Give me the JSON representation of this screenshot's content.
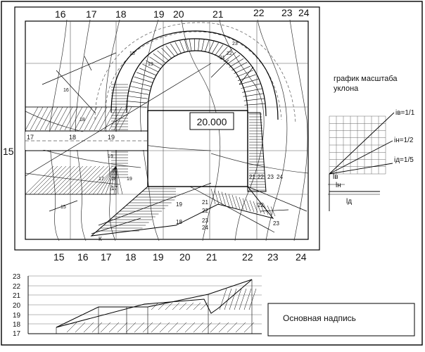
{
  "plan": {
    "top_grid_labels": [
      "16",
      "17",
      "18",
      "19",
      "20",
      "21",
      "22",
      "23",
      "24"
    ],
    "bottom_grid_labels": [
      "15",
      "16",
      "17",
      "18",
      "19",
      "20",
      "21",
      "22",
      "23",
      "24"
    ],
    "left_label": "15",
    "platform_mark": "20.000",
    "inner_labels_left": [
      "17",
      "18",
      "19"
    ],
    "slope_labels_left": [
      "18",
      "19",
      "17",
      "18",
      "19",
      "16",
      "15"
    ],
    "small_top_labels": [
      "18",
      "19",
      "23",
      "21",
      "22"
    ],
    "right_inner_labels": [
      "21",
      "22",
      "23",
      "24"
    ],
    "lower_labels": [
      "21",
      "22",
      "23",
      "24",
      "19",
      "18",
      "17",
      "22",
      "23"
    ],
    "lower_left_label": "К"
  },
  "legend": {
    "title_line1": "график масштаба",
    "title_line2": "уклона",
    "slope_labels": [
      "iв=1/1",
      "iн=1/2",
      "iд=1/5"
    ],
    "base_labels": [
      "lв",
      "lн",
      "lд"
    ]
  },
  "profile": {
    "y_labels": [
      "23",
      "22",
      "21",
      "20",
      "19",
      "18",
      "17"
    ]
  },
  "title_block": {
    "label": "Основная надпись"
  }
}
